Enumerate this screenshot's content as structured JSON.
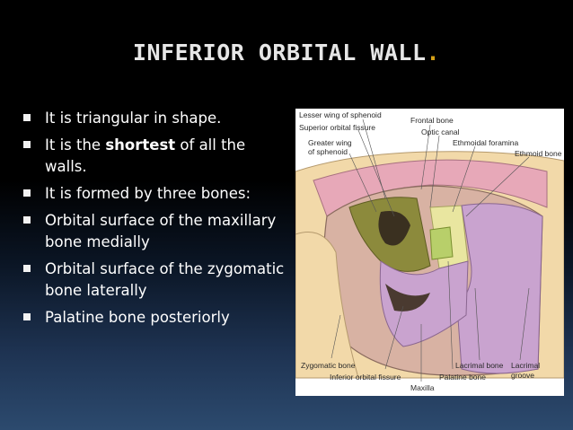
{
  "slide": {
    "title": "INFERIOR ORBITAL WALL",
    "title_dot": ".",
    "bullets": [
      {
        "pre": "It is triangular in shape.",
        "bold": "",
        "post": ""
      },
      {
        "pre": "It is the ",
        "bold": "shortest",
        "post": " of all the walls."
      },
      {
        "pre": "It is formed by three bones:",
        "bold": "",
        "post": ""
      },
      {
        "pre": "Orbital surface of the maxillary bone medially",
        "bold": "",
        "post": ""
      },
      {
        "pre": "Orbital surface of the zygomatic bone laterally",
        "bold": "",
        "post": ""
      },
      {
        "pre": "Palatine bone posteriorly",
        "bold": "",
        "post": ""
      }
    ]
  },
  "figure": {
    "labels": {
      "lesser_wing": "Lesser wing of sphenoid",
      "frontal": "Frontal bone",
      "sup_fissure": "Superior orbital fissure",
      "optic": "Optic canal",
      "greater_wing_1": "Greater wing",
      "greater_wing_2": "of sphenoid",
      "ethmoidal_foramina": "Ethmoidal foramina",
      "ethmoid": "Ethmoid bone",
      "zygomatic": "Zygomatic bone",
      "inf_fissure": "Inferior orbital fissure",
      "maxilla": "Maxilla",
      "lacrimal": "Lacrimal bone",
      "palatine": "Palatine bone",
      "lacrimal_groove_1": "Lacrimal",
      "lacrimal_groove_2": "groove"
    }
  },
  "colors": {
    "background_top": "#000000",
    "background_bottom": "#2c4a6e",
    "title": "#e6e6e6",
    "title_dot": "#d4a017",
    "text": "#ffffff",
    "bone_cream": "#f2d9a9",
    "frontal_pink": "#e7a8b8",
    "sphenoid_olive": "#8c8a3c",
    "maxilla_purple": "#c9a3cf",
    "ethmoid_yellow": "#e9e6a0",
    "palatine_green": "#b8cf6a"
  }
}
